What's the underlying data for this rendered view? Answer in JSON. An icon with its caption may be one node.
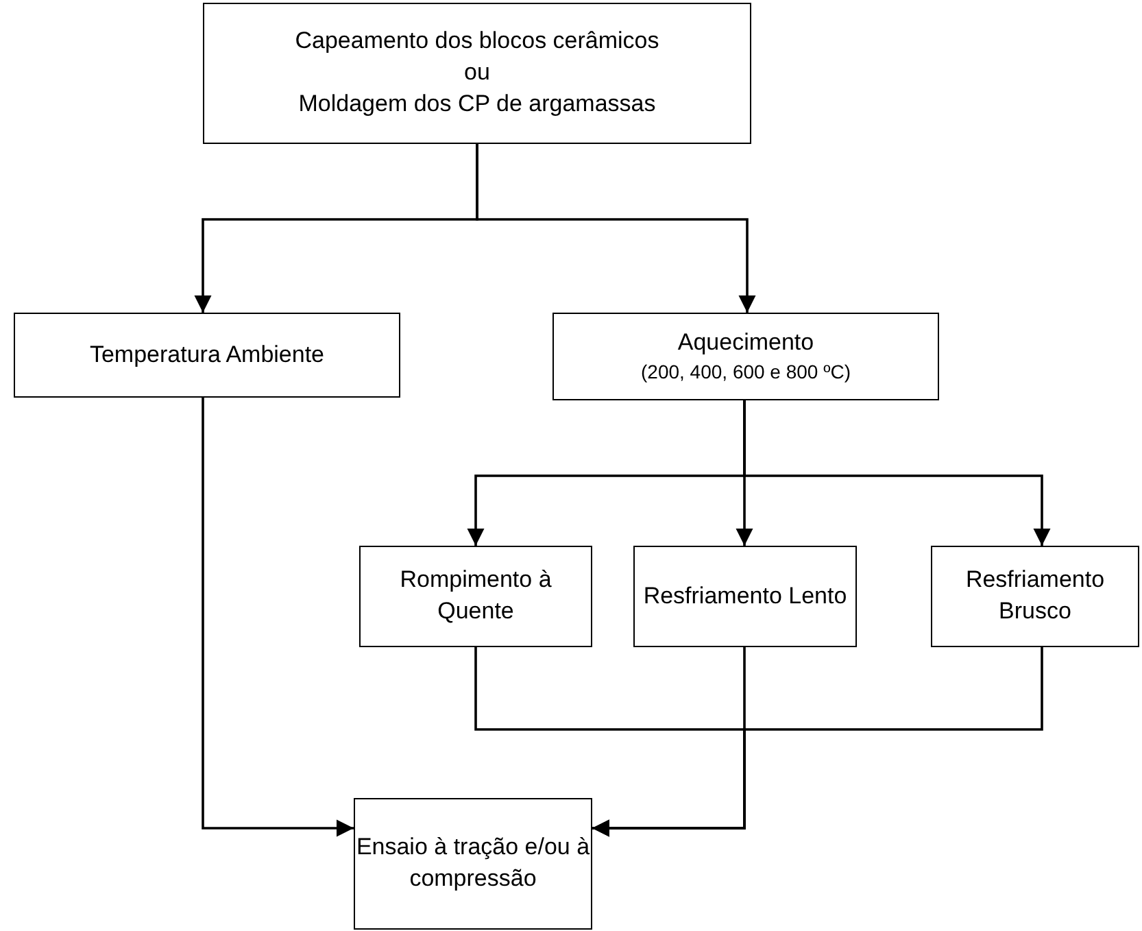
{
  "diagram": {
    "nodes": [
      {
        "text": [
          "Capeamento dos blocos cerâmicos",
          "ou",
          "Moldagem dos CP de argamassas"
        ]
      },
      {
        "text": [
          "Temperatura Ambiente"
        ]
      },
      {
        "text": [
          "Aquecimento",
          "(200, 400, 600 e 800 ºC)"
        ]
      },
      {
        "text": [
          "Rompimento à Quente"
        ]
      },
      {
        "text": [
          "Resfriamento Lento"
        ]
      },
      {
        "text": [
          "Resfriamento Brusco"
        ]
      },
      {
        "text": [
          "Ensaio à tração e/ou à compressão"
        ]
      }
    ],
    "edges": [
      {
        "from": 0,
        "to": 1,
        "arrow": "to"
      },
      {
        "from": 0,
        "to": 2,
        "arrow": "to"
      },
      {
        "from": 2,
        "to": 3,
        "arrow": "to"
      },
      {
        "from": 2,
        "to": 4,
        "arrow": "to"
      },
      {
        "from": 2,
        "to": 5,
        "arrow": "to"
      },
      {
        "from": 1,
        "to": 6,
        "arrow": "to"
      },
      {
        "from": 3,
        "to": 6,
        "arrow": "to"
      },
      {
        "from": 4,
        "to": 6,
        "arrow": "to"
      },
      {
        "from": 5,
        "to": 6,
        "arrow": "to"
      }
    ]
  }
}
